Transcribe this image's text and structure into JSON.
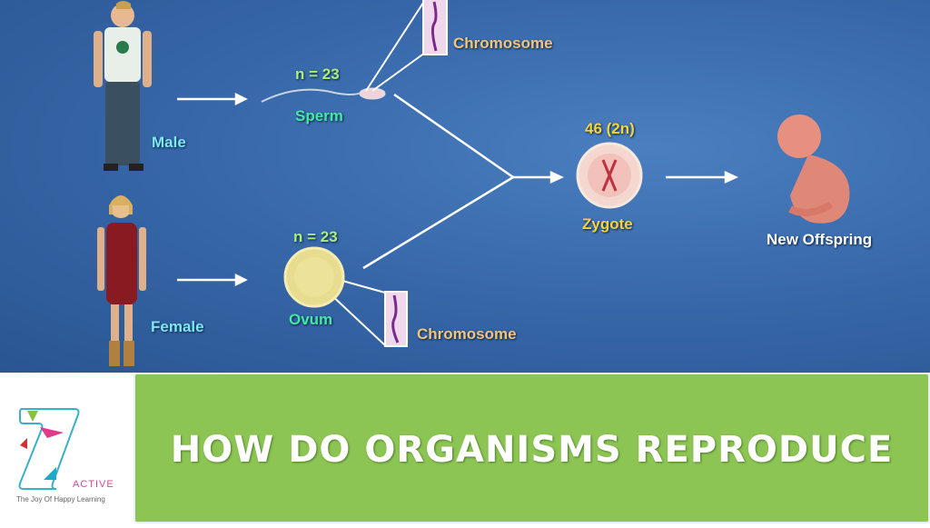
{
  "diagram": {
    "male_label": "Male",
    "female_label": "Female",
    "sperm_label": "Sperm",
    "ovum_label": "Ovum",
    "sperm_n": "n = 23",
    "ovum_n": "n = 23",
    "chromosome_top": "Chromosome",
    "chromosome_bottom": "Chromosome",
    "zygote_count": "46 (2n)",
    "zygote_label": "Zygote",
    "offspring_label": "New Offspring"
  },
  "banner": {
    "title": "HOW DO ORGANISMS REPRODUCE"
  },
  "logo": {
    "brand": "ACTIVE",
    "tagline": "The Joy Of Happy Learning",
    "mark": "7"
  },
  "colors": {
    "background": "#3767a8",
    "banner": "#8dc554",
    "label_cyan": "#7fe6f2",
    "label_green": "#45e8a5",
    "label_orange": "#f2c57a",
    "label_yellow": "#f5d33a"
  }
}
